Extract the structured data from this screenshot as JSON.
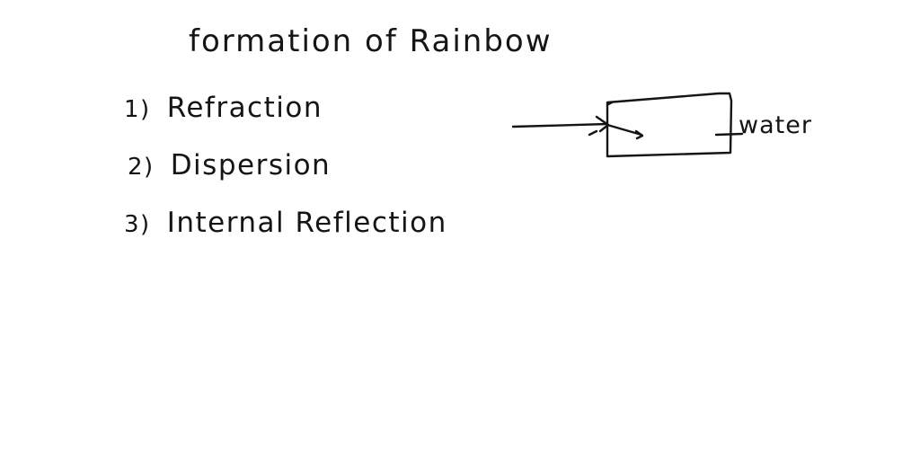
{
  "note": {
    "title": "formation of Rainbow",
    "items": [
      {
        "number": "1)",
        "label": "Refraction"
      },
      {
        "number": "2)",
        "label": "Dispersion"
      },
      {
        "number": "3)",
        "label": "Internal Reflection"
      }
    ]
  },
  "diagram": {
    "medium_label": "water",
    "elements": [
      "incident-ray",
      "refracted-ray",
      "water-block",
      "label-pointer"
    ],
    "ink_color": "#151515",
    "background_color": "#ffffff"
  }
}
